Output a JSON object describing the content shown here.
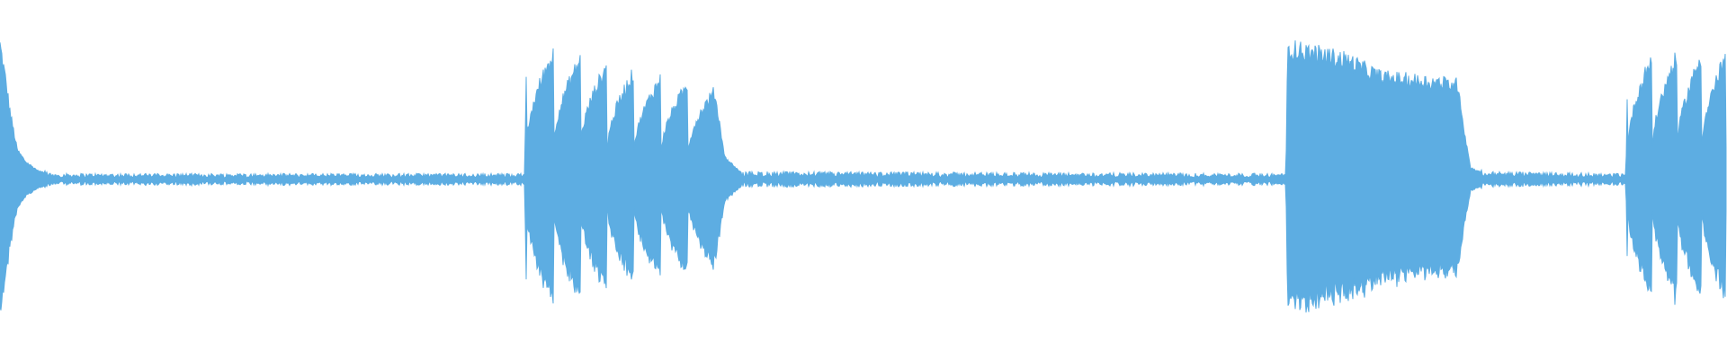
{
  "waveform": {
    "color": "#5dade2",
    "background": "#ffffff",
    "amplitude_profile": [
      {
        "t": 0.0,
        "a": 0.92
      },
      {
        "t": 0.003,
        "a": 0.7
      },
      {
        "t": 0.006,
        "a": 0.45
      },
      {
        "t": 0.01,
        "a": 0.2
      },
      {
        "t": 0.015,
        "a": 0.12
      },
      {
        "t": 0.022,
        "a": 0.06
      },
      {
        "t": 0.03,
        "a": 0.03
      },
      {
        "t": 0.304,
        "a": 0.03
      },
      {
        "t": 0.305,
        "a": 0.88
      },
      {
        "t": 0.312,
        "a": 0.88
      },
      {
        "t": 0.414,
        "a": 0.6
      },
      {
        "t": 0.42,
        "a": 0.15
      },
      {
        "t": 0.43,
        "a": 0.04
      },
      {
        "t": 0.745,
        "a": 0.03
      },
      {
        "t": 0.746,
        "a": 0.9
      },
      {
        "t": 0.78,
        "a": 0.82
      },
      {
        "t": 0.8,
        "a": 0.7
      },
      {
        "t": 0.845,
        "a": 0.65
      },
      {
        "t": 0.848,
        "a": 0.35
      },
      {
        "t": 0.852,
        "a": 0.08
      },
      {
        "t": 0.86,
        "a": 0.04
      },
      {
        "t": 0.942,
        "a": 0.03
      },
      {
        "t": 0.943,
        "a": 0.84
      },
      {
        "t": 1.0,
        "a": 0.84
      }
    ],
    "pulses": [
      {
        "start": 0.305,
        "end": 0.414,
        "count": 7
      },
      {
        "start": 0.943,
        "end": 1.0,
        "count": 4
      }
    ]
  }
}
